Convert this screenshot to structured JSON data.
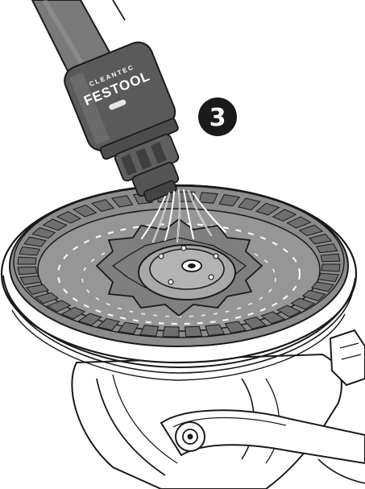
{
  "step": {
    "number": "3"
  },
  "nozzle": {
    "brand": "FESTOOL",
    "sub": "CLEANTEC"
  },
  "colors": {
    "outline": "#1a1a1a",
    "pad_fill": "#8c8c8c",
    "pad_dark": "#6f6f6f",
    "hub_fill": "#a8a8a8",
    "hose_fill": "#707070",
    "nozzle_fill": "#5a5a5a",
    "badge": "#1a1a1a",
    "air_stream": "#ffffff"
  }
}
